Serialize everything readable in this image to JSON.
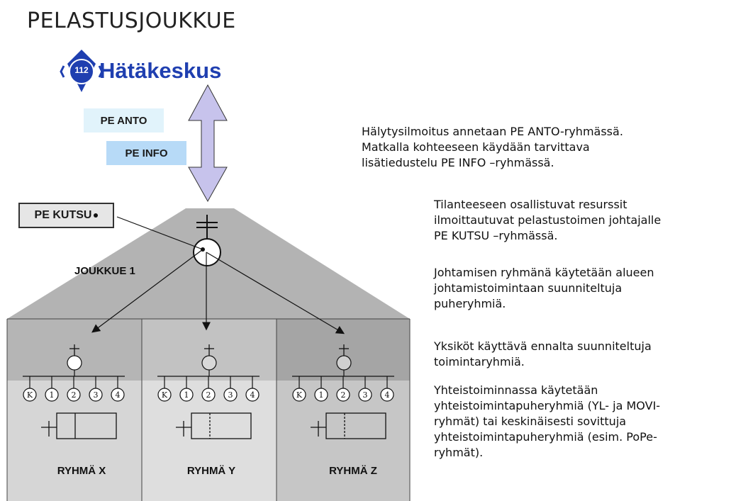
{
  "page": {
    "title": "PELASTUSJOUKKUE"
  },
  "logo": {
    "number": "112",
    "text": "Hätäkeskus"
  },
  "labels": {
    "pe_anto": "PE ANTO",
    "pe_info": "PE INFO",
    "pe_kutsu": "PE KUTSU",
    "joukkue": "JOUKKUE 1"
  },
  "groups": [
    {
      "name": "RYHMÄ X",
      "radios": [
        "K",
        "1",
        "2",
        "3",
        "4"
      ]
    },
    {
      "name": "RYHMÄ Y",
      "radios": [
        "K",
        "1",
        "2",
        "3",
        "4"
      ]
    },
    {
      "name": "RYHMÄ Z",
      "radios": [
        "K",
        "1",
        "2",
        "3",
        "4"
      ]
    }
  ],
  "descriptions": {
    "p1": [
      "Hälytysilmoitus annetaan PE ANTO-ryhmässä.",
      "Matkalla kohteeseen käydään tarvittava",
      "lisätiedustelu PE INFO –ryhmässä."
    ],
    "p2": [
      "Tilanteeseen osallistuvat resurssit",
      "ilmoittautuvat pelastustoimen johtajalle",
      "PE KUTSU –ryhmässä."
    ],
    "p3": [
      "Johtamisen ryhmänä käytetään alueen",
      "johtamistoimintaan suunniteltuja",
      "puheryhmiä."
    ],
    "p4": [
      "Yksiköt käyttävä ennalta suunniteltuja",
      "toimintaryhmiä."
    ],
    "p5": [
      "Yhteistoiminnassa käytetään",
      "yhteistoimintapuheryhmiä (YL- ja MOVI-",
      "ryhmät) tai keskinäisesti sovittuja",
      "yhteistoimintapuheryhmiä (esim. PoPe-",
      "ryhmät)."
    ]
  },
  "colors": {
    "logo_blue": "#1f3fb0",
    "arrow_fill": "#c7c3ec",
    "pe_anto_bg": "#e1f3fb",
    "pe_info_bg": "#b7daf7",
    "roof_gray": "#b3b3b3"
  }
}
